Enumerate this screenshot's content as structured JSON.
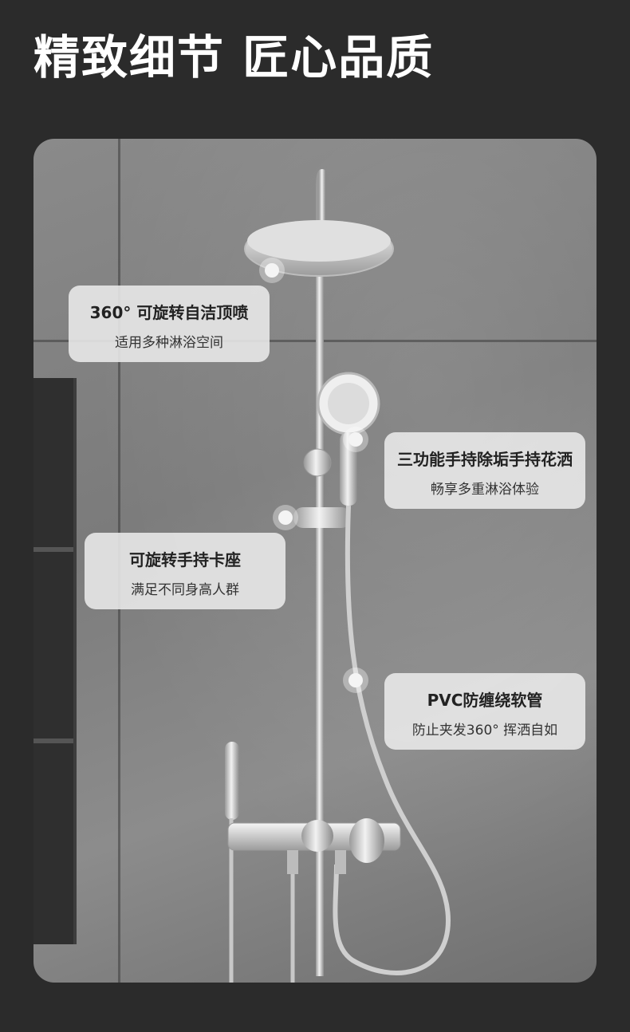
{
  "headline": "精致细节 匠心品质",
  "callouts": {
    "top_spray": {
      "title": "360° 可旋转自洁顶喷",
      "subtitle": "适用多种淋浴空间"
    },
    "handheld": {
      "title": "三功能手持除垢手持花洒",
      "subtitle": "畅享多重淋浴体验"
    },
    "holder": {
      "title": "可旋转手持卡座",
      "subtitle": "满足不同身高人群"
    },
    "hose": {
      "title": "PVC防缠绕软管",
      "subtitle": "防止夹发360° 挥洒自如"
    }
  },
  "colors": {
    "background": "#2b2b2b",
    "headline": "#ffffff",
    "callout_bg": "#ebebeb"
  }
}
